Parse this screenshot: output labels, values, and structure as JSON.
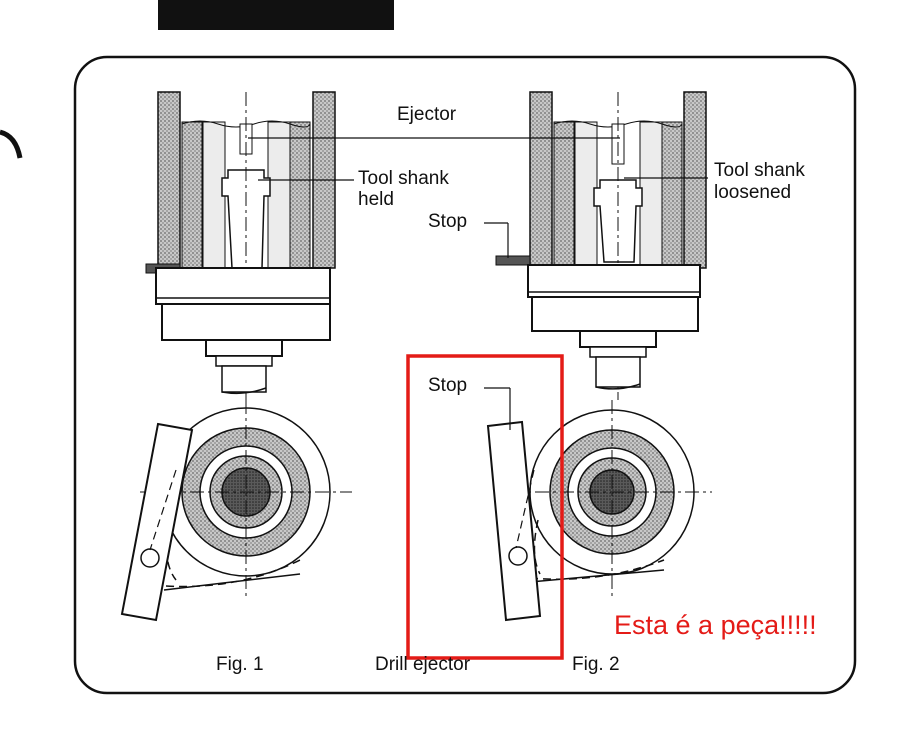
{
  "labels": {
    "ejector": "Ejector",
    "tool_shank_held_1": "Tool shank",
    "tool_shank_held_2": "held",
    "stop_upper": "Stop",
    "tool_shank_loosened_1": "Tool shank",
    "tool_shank_loosened_2": "loosened",
    "stop_lower": "Stop",
    "fig1": "Fig. 1",
    "drill_ejector": "Drill ejector",
    "fig2": "Fig. 2"
  },
  "annotation": {
    "text": "Esta é a peça!!!!!",
    "color": "#e41b17"
  },
  "colors": {
    "highlight_box": "#e41b17",
    "line": "#111111",
    "hatch": "#8f8f8f",
    "dark": "#3a3a3a"
  }
}
